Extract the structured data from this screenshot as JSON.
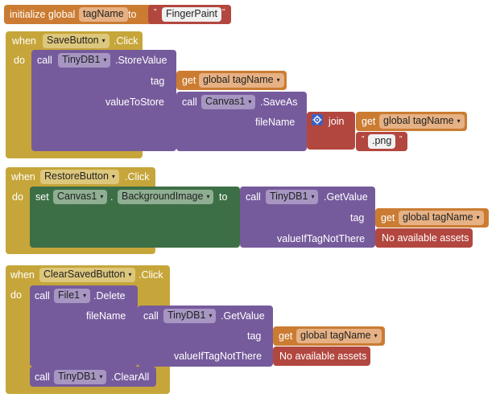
{
  "init_global": {
    "prefix": "initialize global",
    "var_name": "tagName",
    "to": "to",
    "open_quote": "\"",
    "value": "FingerPaint",
    "close_quote": "\""
  },
  "save": {
    "when": "when",
    "component": "SaveButton",
    "event": ".Click",
    "do": "do",
    "call": "call",
    "db": "TinyDB1",
    "method": ".StoreValue",
    "tag_label": "tag",
    "get": "get",
    "global_var": "global tagName",
    "value_label": "valueToStore",
    "call2": "call",
    "canvas": "Canvas1",
    "saveas": ".SaveAs",
    "filename_label": "fileName",
    "join": "join",
    "get2": "get",
    "global_var2": "global tagName",
    "open_quote": "\"",
    "ext": ".png",
    "close_quote": "\""
  },
  "restore": {
    "when": "when",
    "component": "RestoreButton",
    "event": ".Click",
    "do": "do",
    "set": "set",
    "canvas": "Canvas1",
    "dot": ".",
    "property": "BackgroundImage",
    "to": "to",
    "call": "call",
    "db": "TinyDB1",
    "method": ".GetValue",
    "tag_label": "tag",
    "get": "get",
    "global_var": "global tagName",
    "notthere_label": "valueIfTagNotThere",
    "open_quote": "\"",
    "notthere_value": "No available assets",
    "close_quote": "\""
  },
  "clear": {
    "when": "when",
    "component": "ClearSavedButton",
    "event": ".Click",
    "do": "do",
    "call": "call",
    "file": "File1",
    "delete": ".Delete",
    "filename_label": "fileName",
    "call2": "call",
    "db": "TinyDB1",
    "getvalue": ".GetValue",
    "tag_label": "tag",
    "get": "get",
    "global_var": "global tagName",
    "notthere_label": "valueIfTagNotThere",
    "open_quote": "\"",
    "notthere_value": "No available assets",
    "close_quote": "\"",
    "call3": "call",
    "db2": "TinyDB1",
    "clearall": ".ClearAll"
  },
  "dropdown_arrow": "▾",
  "icons": {
    "gear": "gear-icon",
    "dropdown": "chevron-down-icon"
  },
  "colors": {
    "control": "#c6a63a",
    "procedure": "#765b9c",
    "variable": "#cb7c32",
    "text": "#b2473f",
    "component_set": "#3d6f46"
  }
}
